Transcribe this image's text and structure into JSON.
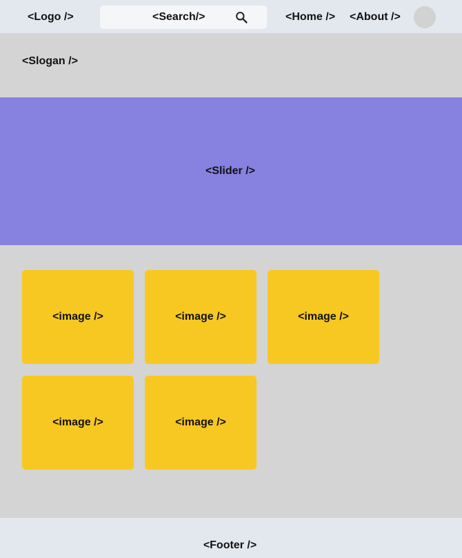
{
  "header": {
    "logo": "<Logo />",
    "search": {
      "label": "<Search/>",
      "icon": "search-icon"
    },
    "nav": {
      "home": "<Home />",
      "about": "<About />"
    },
    "avatar_icon": "avatar"
  },
  "hero": {
    "slogan": "<Slogan />",
    "slider": "<Slider />"
  },
  "gallery": {
    "items": [
      {
        "label": "<image />"
      },
      {
        "label": "<image />"
      },
      {
        "label": "<image />"
      },
      {
        "label": "<image />"
      },
      {
        "label": "<image />"
      }
    ]
  },
  "footer": {
    "label": "<Footer />"
  },
  "colors": {
    "header_bg": "#e3e8ef",
    "page_bg": "#d4d4d4",
    "slider_bg": "#8781e0",
    "tile_bg": "#f7c822",
    "search_bg": "#f5f6f8"
  }
}
